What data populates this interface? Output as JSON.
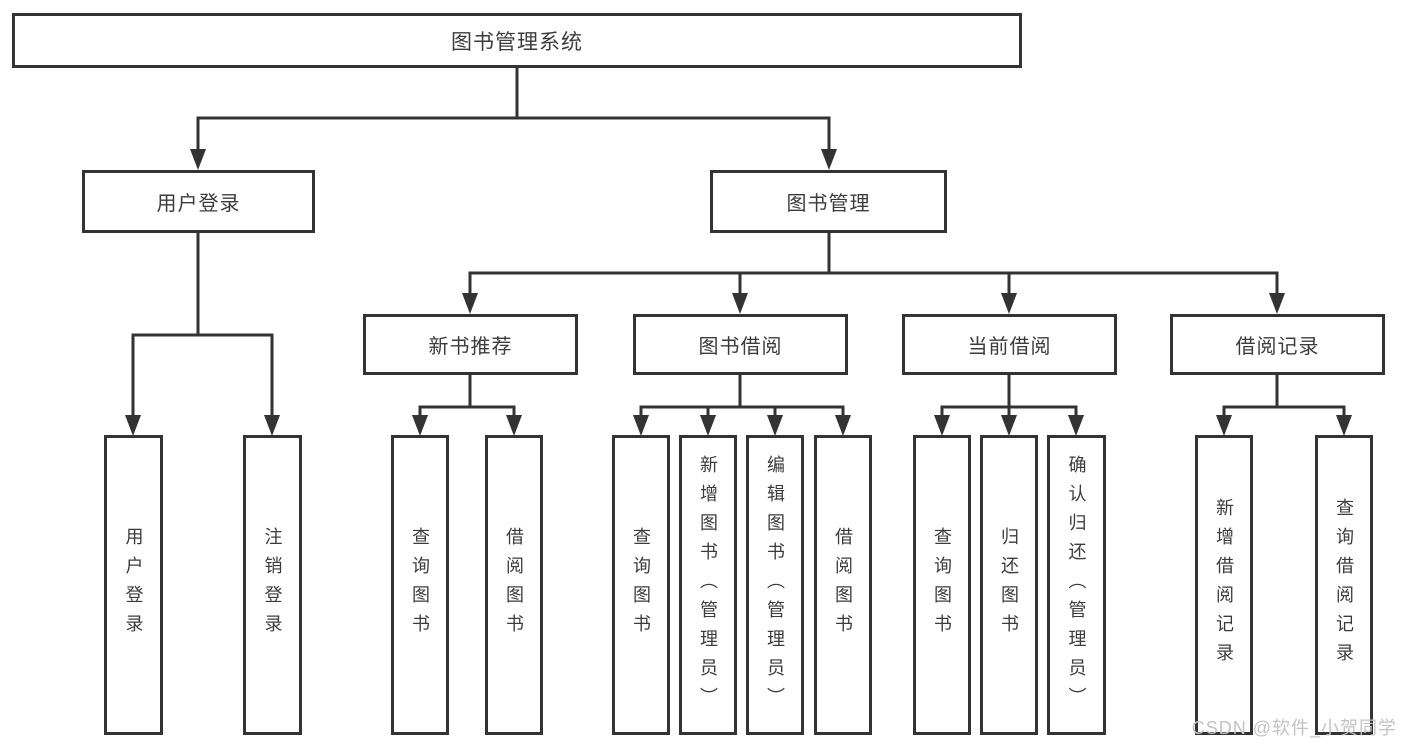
{
  "diagram": {
    "root": {
      "label": "图书管理系统"
    },
    "branches": [
      {
        "label": "用户登录",
        "children": [
          {
            "label": "用户登录"
          },
          {
            "label": "注销登录"
          }
        ]
      },
      {
        "label": "图书管理",
        "children": [
          {
            "label": "新书推荐",
            "children": [
              {
                "label": "查询图书"
              },
              {
                "label": "借阅图书"
              }
            ]
          },
          {
            "label": "图书借阅",
            "children": [
              {
                "label": "查询图书"
              },
              {
                "label": "新增图书（管理员）"
              },
              {
                "label": "编辑图书（管理员）"
              },
              {
                "label": "借阅图书"
              }
            ]
          },
          {
            "label": "当前借阅",
            "children": [
              {
                "label": "查询图书"
              },
              {
                "label": "归还图书"
              },
              {
                "label": "确认归还（管理员）"
              }
            ]
          },
          {
            "label": "借阅记录",
            "children": [
              {
                "label": "新增借阅记录"
              },
              {
                "label": "查询借阅记录"
              }
            ]
          }
        ]
      }
    ]
  },
  "watermark": {
    "text": "CSDN @软件_小贺同学"
  },
  "colors": {
    "line": "#333333",
    "box_border": "#333333",
    "text": "#3c3c3c",
    "watermark": "#c3c3c3",
    "background": "#ffffff"
  }
}
